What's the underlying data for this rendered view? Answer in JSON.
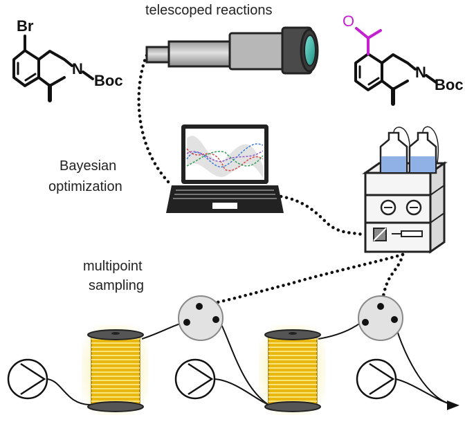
{
  "labels": {
    "telescoped": "telescoped reactions",
    "bayesian_line1": "Bayesian",
    "bayesian_line2": "optimization",
    "multipoint_line1": "multipoint",
    "multipoint_line2": "sampling"
  },
  "molecule_left": {
    "substituent": "Br",
    "nitrogen": "N",
    "protecting_group": "Boc"
  },
  "molecule_right": {
    "substituent": "O",
    "nitrogen": "N",
    "protecting_group": "Boc"
  },
  "colors": {
    "acetyl_highlight": "#c41fd0",
    "coil_gold": "#e8b810",
    "coil_glow": "#f6e98a",
    "bottle_liquid": "#8fb1e6",
    "lens_teal": "#2fae9f",
    "valve_gray": "#e2e2e2"
  },
  "icons": {
    "telescope": "telescope-icon",
    "laptop": "laptop-icon",
    "hplc": "hplc-instrument-icon",
    "pump": "pump-icon",
    "coil": "reactor-coil-icon",
    "valve": "sampling-valve-icon"
  }
}
